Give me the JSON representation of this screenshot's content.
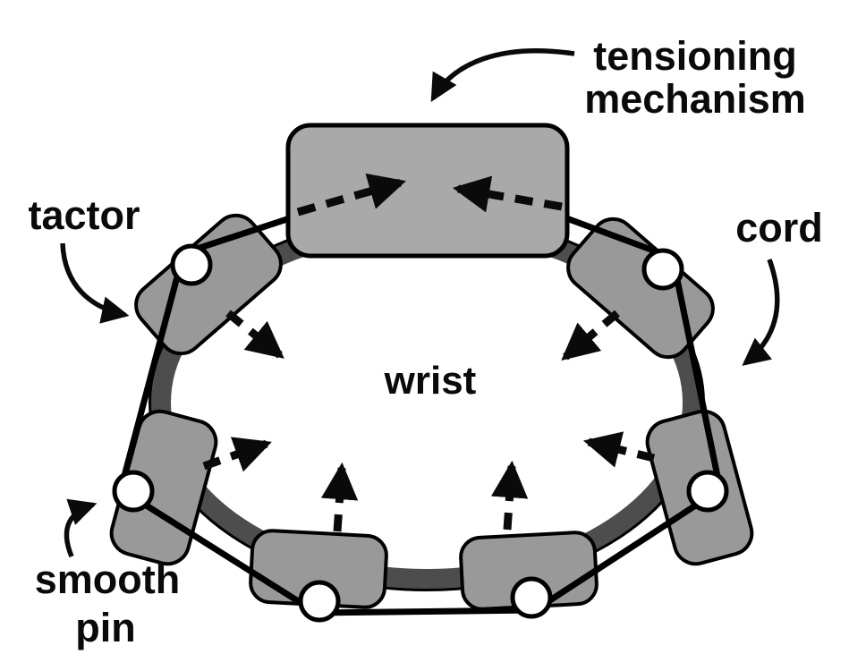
{
  "diagram": {
    "labels": {
      "tensioning_line1": "tensioning",
      "tensioning_line2": "mechanism",
      "tactor": "tactor",
      "cord": "cord",
      "wrist": "wrist",
      "smooth_pin_line1": "smooth",
      "smooth_pin_line2": "pin"
    },
    "colors": {
      "tactor": "#999999",
      "mechanism": "#a9a9a9",
      "band": "#4d4d4d",
      "pin": "#ffffff",
      "line": "#000000",
      "background": "#ffffff"
    }
  }
}
